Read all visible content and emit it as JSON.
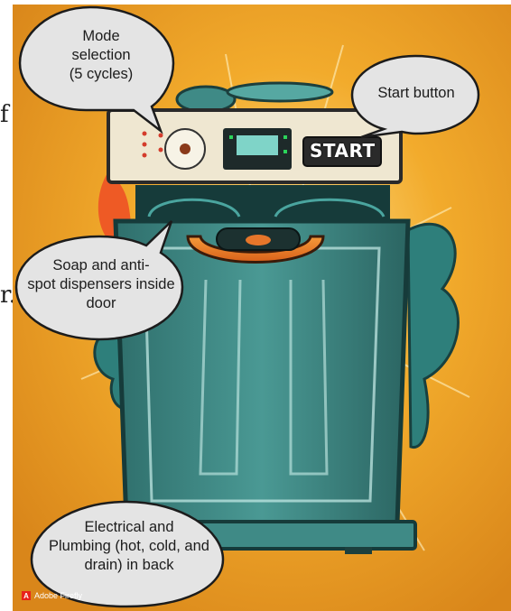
{
  "left_glyphs": [
    {
      "id": "f",
      "text": "f"
    },
    {
      "id": "r",
      "text": "r."
    }
  ],
  "callouts": {
    "mode": {
      "text": "Mode\nselection\n(5 cycles)"
    },
    "start": {
      "text": "Start button"
    },
    "soap": {
      "text": "Soap and anti-\nspot dispensers inside\ndoor"
    },
    "plumbing": {
      "text": "Electrical and\nPlumbing (hot, cold, and\ndrain) in back"
    }
  },
  "panel": {
    "start_label": "START"
  },
  "watermark": {
    "text": "Adobe Firefly"
  },
  "colors": {
    "background": "#e59a1e",
    "body": "#3f8a86",
    "panel": "#efe7d1",
    "handle": "#e8751f"
  }
}
